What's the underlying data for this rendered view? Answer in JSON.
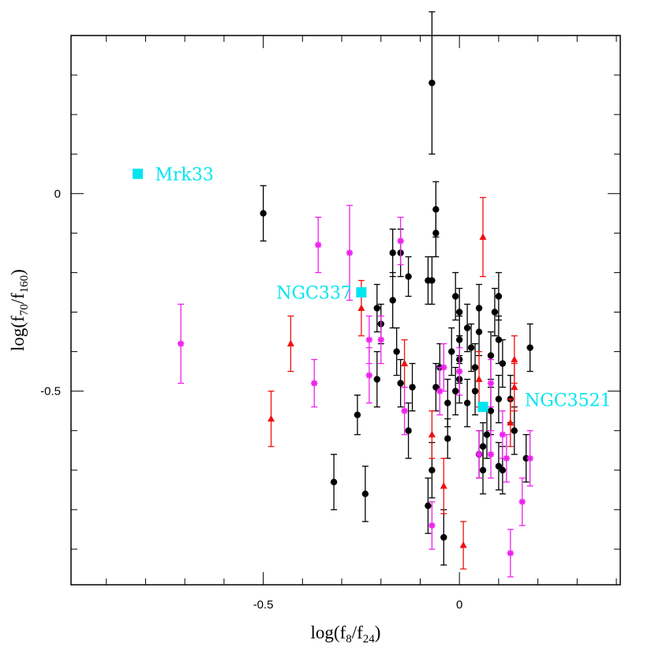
{
  "chart_data": {
    "type": "scatter",
    "title": "",
    "xlabel_main": "log(f",
    "xlabel_sub1": "8",
    "xlabel_mid": "/f",
    "xlabel_sub2": "24",
    "xlabel_end": ")",
    "ylabel_main": "log(f",
    "ylabel_sub1": "70",
    "ylabel_mid": "/f",
    "ylabel_sub2": "160",
    "ylabel_end": ")",
    "xlim": [
      -0.99,
      0.41
    ],
    "ylim": [
      -0.99,
      0.4
    ],
    "x_ticks": [
      {
        "value": -0.5,
        "label": "-0.5"
      },
      {
        "value": 0,
        "label": "0"
      }
    ],
    "y_ticks": [
      {
        "value": 0,
        "label": "0"
      },
      {
        "value": -0.5,
        "label": "-0.5"
      }
    ],
    "colors": {
      "black": "#000000",
      "red": "#ee1111",
      "magenta": "#ee22ee",
      "cyan": "#00e5f0"
    },
    "series": [
      {
        "color": "black",
        "marker": "circle",
        "points": [
          {
            "x": -0.07,
            "y": 0.28,
            "err": 0.18
          },
          {
            "x": -0.5,
            "y": -0.05,
            "err": 0.07
          },
          {
            "x": -0.06,
            "y": -0.04,
            "err": 0.07
          },
          {
            "x": -0.06,
            "y": -0.1,
            "err": 0.06
          },
          {
            "x": -0.17,
            "y": -0.15,
            "err": 0.06
          },
          {
            "x": -0.15,
            "y": -0.15,
            "err": 0.06
          },
          {
            "x": -0.13,
            "y": -0.21,
            "err": 0.05
          },
          {
            "x": -0.08,
            "y": -0.22,
            "err": 0.06
          },
          {
            "x": -0.07,
            "y": -0.22,
            "err": 0.06
          },
          {
            "x": -0.17,
            "y": -0.27,
            "err": 0.07
          },
          {
            "x": -0.21,
            "y": -0.29,
            "err": 0.06
          },
          {
            "x": -0.2,
            "y": -0.33,
            "err": 0.05
          },
          {
            "x": -0.01,
            "y": -0.26,
            "err": 0.06
          },
          {
            "x": 0.05,
            "y": -0.29,
            "err": 0.06
          },
          {
            "x": 0.1,
            "y": -0.26,
            "err": 0.06
          },
          {
            "x": 0.0,
            "y": -0.3,
            "err": 0.06
          },
          {
            "x": 0.02,
            "y": -0.34,
            "err": 0.06
          },
          {
            "x": 0.05,
            "y": -0.35,
            "err": 0.06
          },
          {
            "x": 0.09,
            "y": -0.3,
            "err": 0.06
          },
          {
            "x": -0.16,
            "y": -0.4,
            "err": 0.06
          },
          {
            "x": -0.02,
            "y": -0.4,
            "err": 0.06
          },
          {
            "x": 0.0,
            "y": -0.37,
            "err": 0.06
          },
          {
            "x": 0.03,
            "y": -0.39,
            "err": 0.06
          },
          {
            "x": 0.1,
            "y": -0.37,
            "err": 0.06
          },
          {
            "x": 0.18,
            "y": -0.39,
            "err": 0.06
          },
          {
            "x": 0.08,
            "y": -0.41,
            "err": 0.06
          },
          {
            "x": 0.0,
            "y": -0.42,
            "err": 0.06
          },
          {
            "x": -0.05,
            "y": -0.44,
            "err": 0.06
          },
          {
            "x": 0.04,
            "y": -0.44,
            "err": 0.06
          },
          {
            "x": 0.11,
            "y": -0.43,
            "err": 0.06
          },
          {
            "x": -0.21,
            "y": -0.47,
            "err": 0.07
          },
          {
            "x": -0.15,
            "y": -0.48,
            "err": 0.06
          },
          {
            "x": -0.12,
            "y": -0.49,
            "err": 0.06
          },
          {
            "x": -0.06,
            "y": -0.49,
            "err": 0.06
          },
          {
            "x": 0.0,
            "y": -0.47,
            "err": 0.06
          },
          {
            "x": 0.04,
            "y": -0.5,
            "err": 0.06
          },
          {
            "x": -0.01,
            "y": -0.5,
            "err": 0.06
          },
          {
            "x": 0.02,
            "y": -0.53,
            "err": 0.06
          },
          {
            "x": -0.03,
            "y": -0.53,
            "err": 0.06
          },
          {
            "x": 0.1,
            "y": -0.52,
            "err": 0.06
          },
          {
            "x": 0.13,
            "y": -0.52,
            "err": 0.06
          },
          {
            "x": 0.08,
            "y": -0.55,
            "err": 0.06
          },
          {
            "x": -0.26,
            "y": -0.56,
            "err": 0.05
          },
          {
            "x": -0.13,
            "y": -0.6,
            "err": 0.07
          },
          {
            "x": 0.14,
            "y": -0.6,
            "err": 0.06
          },
          {
            "x": 0.07,
            "y": -0.61,
            "err": 0.06
          },
          {
            "x": -0.03,
            "y": -0.62,
            "err": 0.05
          },
          {
            "x": 0.06,
            "y": -0.64,
            "err": 0.06
          },
          {
            "x": 0.05,
            "y": -0.66,
            "err": 0.06
          },
          {
            "x": 0.17,
            "y": -0.67,
            "err": 0.06
          },
          {
            "x": 0.1,
            "y": -0.69,
            "err": 0.06
          },
          {
            "x": 0.11,
            "y": -0.7,
            "err": 0.06
          },
          {
            "x": -0.07,
            "y": -0.7,
            "err": 0.07
          },
          {
            "x": 0.06,
            "y": -0.7,
            "err": 0.06
          },
          {
            "x": -0.32,
            "y": -0.73,
            "err": 0.07
          },
          {
            "x": -0.24,
            "y": -0.76,
            "err": 0.07
          },
          {
            "x": -0.08,
            "y": -0.79,
            "err": 0.07
          },
          {
            "x": -0.04,
            "y": -0.87,
            "err": 0.07
          }
        ]
      },
      {
        "color": "red",
        "marker": "triangle",
        "points": [
          {
            "x": -0.25,
            "y": -0.29,
            "err": 0.07
          },
          {
            "x": -0.43,
            "y": -0.38,
            "err": 0.07
          },
          {
            "x": -0.48,
            "y": -0.57,
            "err": 0.07
          },
          {
            "x": -0.14,
            "y": -0.43,
            "err": 0.06
          },
          {
            "x": 0.06,
            "y": -0.11,
            "err": 0.1
          },
          {
            "x": 0.05,
            "y": -0.47,
            "err": 0.07
          },
          {
            "x": 0.14,
            "y": -0.42,
            "err": 0.06
          },
          {
            "x": 0.14,
            "y": -0.49,
            "err": 0.06
          },
          {
            "x": 0.13,
            "y": -0.58,
            "err": 0.06
          },
          {
            "x": -0.07,
            "y": -0.61,
            "err": 0.06
          },
          {
            "x": -0.04,
            "y": -0.74,
            "err": 0.07
          },
          {
            "x": 0.01,
            "y": -0.89,
            "err": 0.06
          }
        ]
      },
      {
        "color": "magenta",
        "marker": "star",
        "points": [
          {
            "x": -0.71,
            "y": -0.38,
            "err": 0.1
          },
          {
            "x": -0.36,
            "y": -0.13,
            "err": 0.07
          },
          {
            "x": -0.28,
            "y": -0.15,
            "err": 0.12
          },
          {
            "x": -0.37,
            "y": -0.48,
            "err": 0.06
          },
          {
            "x": -0.23,
            "y": -0.37,
            "err": 0.06
          },
          {
            "x": -0.2,
            "y": -0.37,
            "err": 0.06
          },
          {
            "x": -0.23,
            "y": -0.46,
            "err": 0.07
          },
          {
            "x": -0.15,
            "y": -0.12,
            "err": 0.06
          },
          {
            "x": -0.14,
            "y": -0.55,
            "err": 0.06
          },
          {
            "x": -0.04,
            "y": -0.44,
            "err": 0.06
          },
          {
            "x": 0.0,
            "y": -0.45,
            "err": 0.06
          },
          {
            "x": -0.05,
            "y": -0.5,
            "err": 0.06
          },
          {
            "x": 0.08,
            "y": -0.48,
            "err": 0.06
          },
          {
            "x": 0.11,
            "y": -0.61,
            "err": 0.06
          },
          {
            "x": 0.05,
            "y": -0.66,
            "err": 0.06
          },
          {
            "x": 0.08,
            "y": -0.66,
            "err": 0.06
          },
          {
            "x": 0.12,
            "y": -0.67,
            "err": 0.06
          },
          {
            "x": 0.16,
            "y": -0.78,
            "err": 0.06
          },
          {
            "x": 0.18,
            "y": -0.67,
            "err": 0.07
          },
          {
            "x": -0.07,
            "y": -0.84,
            "err": 0.06
          },
          {
            "x": 0.13,
            "y": -0.91,
            "err": 0.06
          }
        ]
      },
      {
        "color": "cyan",
        "marker": "square",
        "points": [
          {
            "x": -0.82,
            "y": 0.05,
            "label": "Mrk33"
          },
          {
            "x": -0.25,
            "y": -0.25,
            "label": "NGC337"
          },
          {
            "x": 0.06,
            "y": -0.54,
            "label": "NGC3521"
          }
        ]
      }
    ]
  }
}
